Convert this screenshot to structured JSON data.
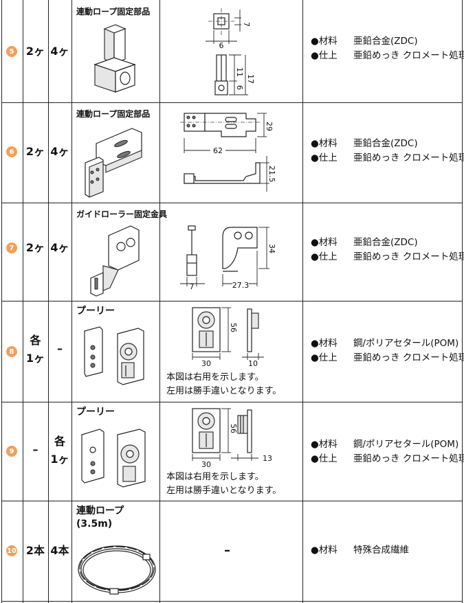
{
  "rows": [
    {
      "no": "5",
      "qty_a": "2ヶ",
      "qty_b": "4ヶ",
      "name": "連動ロープ固定部品",
      "dims": [
        "7",
        "6",
        "11",
        "17",
        "6"
      ],
      "specs": [
        {
          "label": "●材料",
          "value": "亜鉛合金(ZDC)"
        },
        {
          "label": "●仕上",
          "value": "亜鉛めっき クロメート処理"
        }
      ]
    },
    {
      "no": "6",
      "qty_a": "2ヶ",
      "qty_b": "4ヶ",
      "name": "連動ロープ固定部品",
      "dims": [
        "29",
        "62",
        "21.5"
      ],
      "specs": [
        {
          "label": "●材料",
          "value": "亜鉛合金(ZDC)"
        },
        {
          "label": "●仕上",
          "value": "亜鉛めっき クロメート処理"
        }
      ]
    },
    {
      "no": "7",
      "qty_a": "2ヶ",
      "qty_b": "4ヶ",
      "name": "ガイドローラー固定金具",
      "dims": [
        "34",
        "7",
        "27.3"
      ],
      "specs": [
        {
          "label": "●材料",
          "value": "亜鉛合金(ZDC)"
        },
        {
          "label": "●仕上",
          "value": "亜鉛めっき クロメート処理"
        }
      ]
    },
    {
      "no": "8",
      "qty_a_line1": "各",
      "qty_a_line2": "1ヶ",
      "qty_b": "–",
      "name": "プーリー",
      "dims": [
        "56",
        "30",
        "10"
      ],
      "note_line1": "本図は右用を示します。",
      "note_line2": "左用は勝手違いとなります。",
      "specs": [
        {
          "label": "●材料",
          "value": "鋼/ポリアセタール(POM)"
        },
        {
          "label": "●仕上",
          "value": "亜鉛めっき クロメート処理"
        }
      ]
    },
    {
      "no": "9",
      "qty_a": "–",
      "qty_b_line1": "各",
      "qty_b_line2": "1ヶ",
      "name": "プーリー",
      "dims": [
        "56",
        "30",
        "13"
      ],
      "note_line1": "本図は右用を示します。",
      "note_line2": "左用は勝手違いとなります。",
      "specs": [
        {
          "label": "●材料",
          "value": "鋼/ポリアセタール(POM)"
        },
        {
          "label": "●仕上",
          "value": "亜鉛めっき クロメート処理"
        }
      ]
    },
    {
      "no": "10",
      "qty_a": "2本",
      "qty_b": "4本",
      "name_line1": "連動ロープ",
      "name_line2": "(3.5m)",
      "drawing_placeholder": "–",
      "specs": [
        {
          "label": "●材料",
          "value": "特殊合成繊維"
        }
      ]
    }
  ]
}
